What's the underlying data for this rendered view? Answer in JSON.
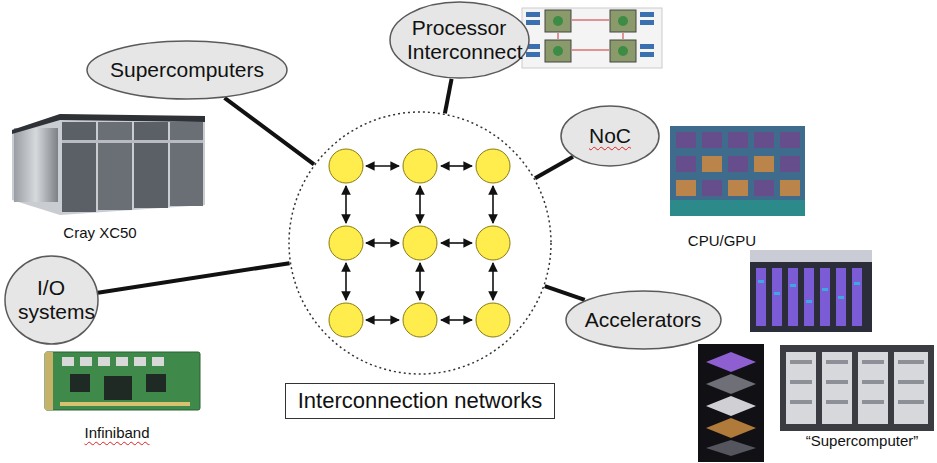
{
  "diagram": {
    "nodes": [
      {
        "text": [
          "Supercomputers"
        ]
      },
      {
        "text": [
          "Processor Interconnect"
        ]
      },
      {
        "text": [
          "NoC"
        ]
      },
      {
        "text": [
          "Interconnection networks"
        ]
      },
      {
        "text": [
          "I/O systems"
        ]
      },
      {
        "text": [
          "Accelerators"
        ]
      }
    ],
    "edges": [
      {
        "from": 0,
        "to": 3,
        "arrow": "none"
      },
      {
        "from": 1,
        "to": 3,
        "arrow": "none"
      },
      {
        "from": 2,
        "to": 3,
        "arrow": "none"
      },
      {
        "from": 4,
        "to": 3,
        "arrow": "none"
      },
      {
        "from": 5,
        "to": 3,
        "arrow": "none"
      }
    ],
    "labels": [
      "Cray XC50",
      "CPU/GPU",
      "Infiniband",
      "“Supercomputer”"
    ]
  }
}
